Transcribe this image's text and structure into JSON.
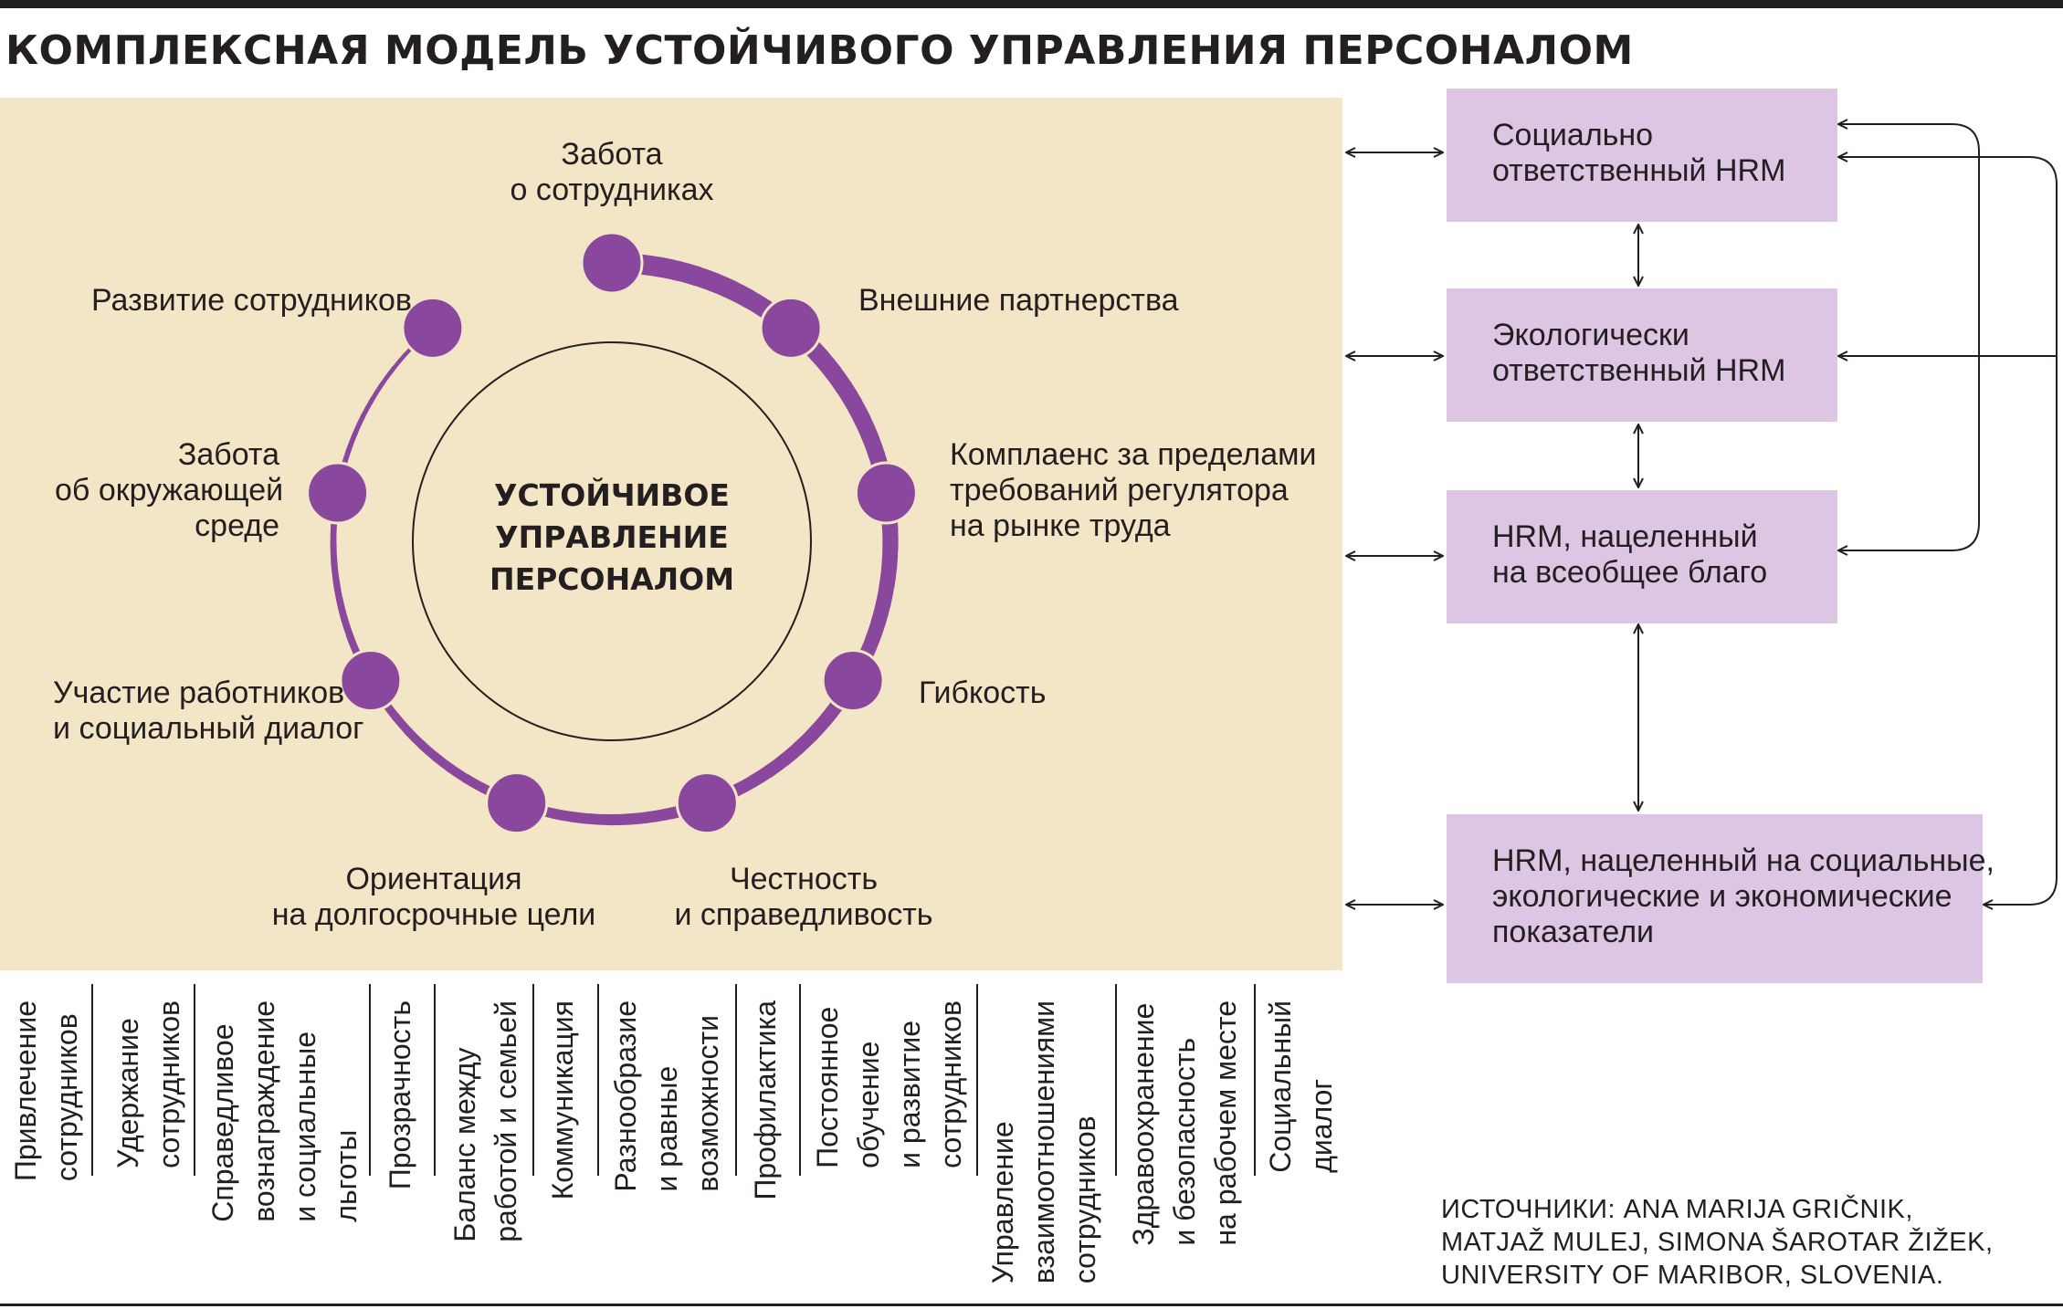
{
  "title": "КОМПЛЕКСНАЯ МОДЕЛЬ УСТОЙЧИВОГО УПРАВЛЕНИЯ ПЕРСОНАЛОМ",
  "center": [
    "УСТОЙЧИВОЕ",
    "УПРАВЛЕНИЕ",
    "ПЕРСОНАЛОМ"
  ],
  "cycle_items": [
    [
      "Забота",
      "о сотрудниках"
    ],
    [
      "Внешние партнерства"
    ],
    [
      "Комплаенс за пределами",
      "требований регулятора",
      "на рынке труда"
    ],
    [
      "Гибкость"
    ],
    [
      "Честность",
      "и справедливость"
    ],
    [
      "Ориентация",
      "на долгосрочные цели"
    ],
    [
      "Участие работников",
      "и социальный диалог"
    ],
    [
      "Забота",
      "об окружающей",
      "среде"
    ],
    [
      "Развитие сотрудников"
    ]
  ],
  "hrm_boxes": [
    [
      "Социально",
      "ответственный HRM"
    ],
    [
      "Экологически",
      "ответственный HRM"
    ],
    [
      "HRM, нацеленный",
      "на всеобщее благо"
    ],
    [
      "HRM, нацеленный на социальные,",
      "экологические и экономические",
      "показатели"
    ]
  ],
  "practices": [
    [
      "Привлечение",
      "сотрудников"
    ],
    [
      "Удержание",
      "сотрудников"
    ],
    [
      "Справедливое",
      "вознаграждение",
      "и социальные",
      "льготы"
    ],
    [
      "Прозрачность"
    ],
    [
      "Баланс между",
      "работой и семьей"
    ],
    [
      "Коммуникация"
    ],
    [
      "Разнообразие",
      "и равные",
      "возможности"
    ],
    [
      "Профилактика"
    ],
    [
      "Постоянное",
      "обучение",
      "и развитие",
      "сотрудников"
    ],
    [
      "Управление",
      "взаимоотношениями",
      "сотрудников"
    ],
    [
      "Здравоохранение",
      "и безопасность",
      "на рабочем месте"
    ],
    [
      "Социальный",
      "диалог"
    ]
  ],
  "source": [
    "ИСТОЧНИКИ: ANA MARIJA GRIČNIK,",
    "MATJAŽ MULEJ, SIMONA ŠAROTAR ŽIŽEK,",
    "UNIVERSITY OF MARIBOR, SLOVENIA."
  ],
  "colors": {
    "ring": "#8a479e",
    "node": "#8a479e",
    "panel_bg": "#f3e6c6",
    "box_bg": "#dcc6e3",
    "text": "#231f20"
  }
}
